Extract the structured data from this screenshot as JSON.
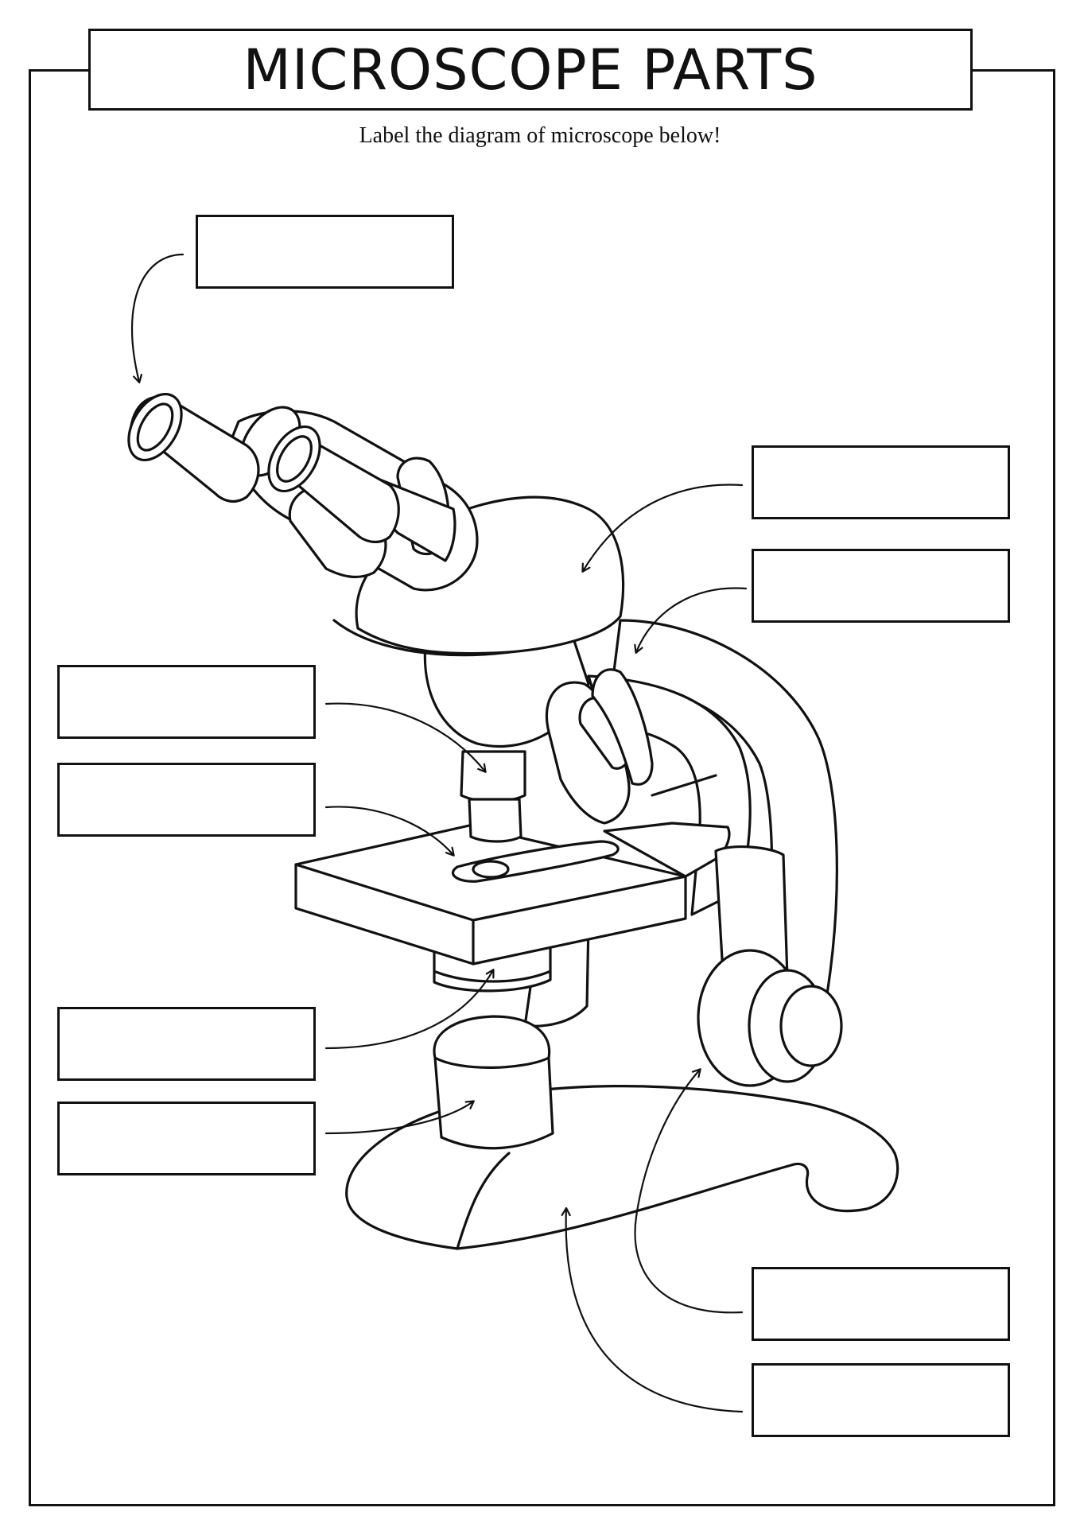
{
  "header": {
    "title": "MICROSCOPE PARTS",
    "instruction": "Label the diagram of microscope below!"
  },
  "labels": [
    {
      "id": "eyepiece",
      "text": ""
    },
    {
      "id": "head",
      "text": ""
    },
    {
      "id": "arm",
      "text": ""
    },
    {
      "id": "objective-lens",
      "text": ""
    },
    {
      "id": "stage",
      "text": ""
    },
    {
      "id": "condenser",
      "text": ""
    },
    {
      "id": "illuminator",
      "text": ""
    },
    {
      "id": "focus-knob",
      "text": ""
    },
    {
      "id": "base",
      "text": ""
    }
  ]
}
